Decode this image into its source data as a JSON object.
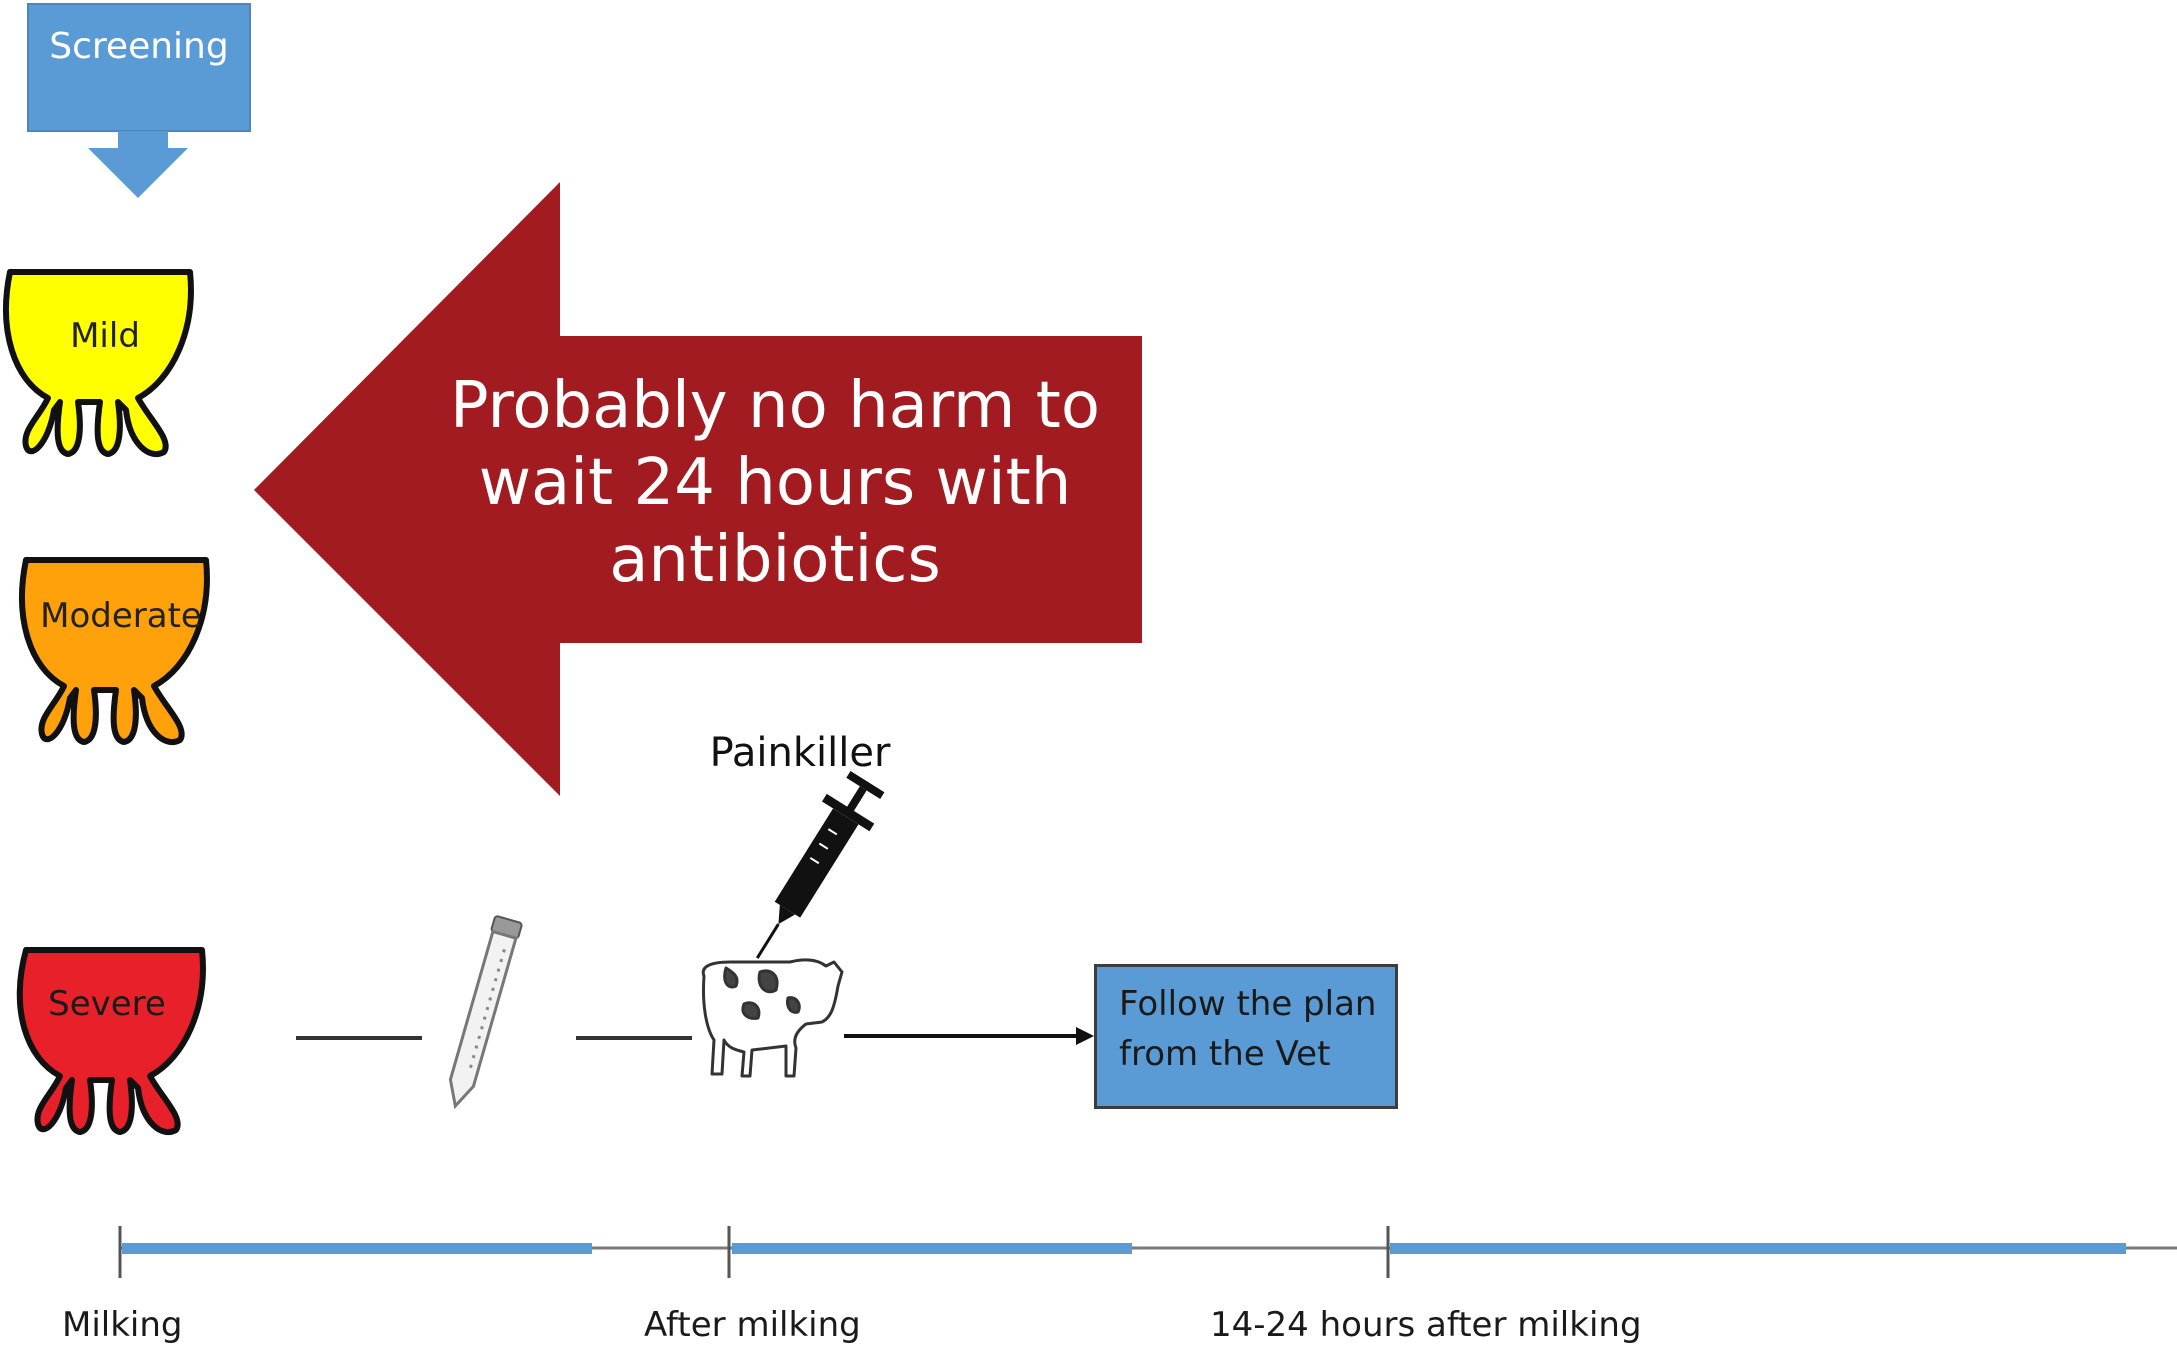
{
  "screening": {
    "label": "Screening"
  },
  "severity": {
    "mild": "Mild",
    "moderate": "Moderate",
    "severe": "Severe"
  },
  "arrow_message": "Probably no harm to wait 24 hours with antibiotics",
  "painkiller_label": "Painkiller",
  "followup_box": "Follow the plan from the Vet",
  "timeline": {
    "start": "Milking",
    "middle": "After milking",
    "end": "14-24 hours after milking"
  },
  "colors": {
    "screening_blue": "#5b9bd5",
    "arrow_red": "#a11b20",
    "mild_yellow": "#ffff00",
    "moderate_orange": "#ffa500",
    "severe_red": "#e8202a"
  }
}
